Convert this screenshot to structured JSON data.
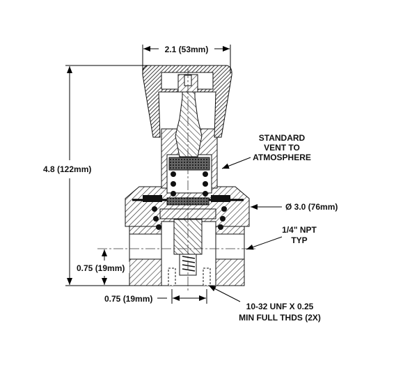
{
  "dimensions": {
    "knob_width": "2.1 (53mm)",
    "overall_height": "4.8 (122mm)",
    "port_height": "0.75 (19mm)",
    "mount_hole_spacing": "0.75 (19mm)"
  },
  "callouts": {
    "vent": [
      "STANDARD",
      "VENT TO",
      "ATMOSPHERE"
    ],
    "diameter": "Ø 3.0 (76mm)",
    "port": [
      "1/4\" NPT",
      "TYP"
    ],
    "mount_threads": [
      "10-32 UNF X 0.25",
      "MIN FULL THDS (2X)"
    ]
  }
}
